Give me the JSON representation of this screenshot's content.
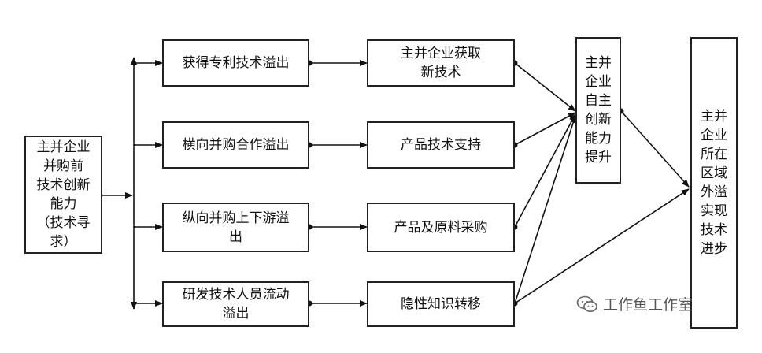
{
  "diagram": {
    "start_box": "主并企业\n并购前\n技术创新\n能力\n（技术寻\n求）",
    "spillover_boxes": [
      "获得专利技术溢出",
      "横向并购合作溢出",
      "纵向并购上下游溢\n出",
      "研发技术人员流动\n溢出"
    ],
    "effect_boxes": [
      "主并企业获取\n新技术",
      "产品技术支持",
      "产品及原料采购",
      "隐性知识转移"
    ],
    "capability_box": "主并\n企业\n自主\n创新\n能力\n提升",
    "outcome_box": "主并\n企业\n所在\n区域\n外溢\n实现\n技术\n进步"
  },
  "watermark": {
    "text": "工作鱼工作室",
    "icon": "wechat-icon"
  }
}
